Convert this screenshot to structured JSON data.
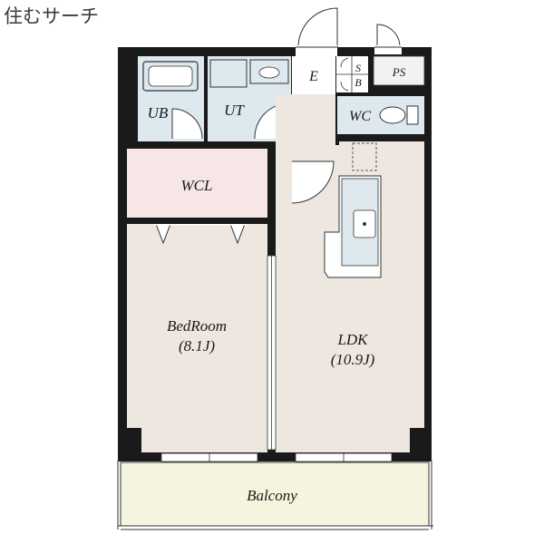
{
  "brand": "住むサーチ",
  "rooms": {
    "ub": "UB",
    "ut": "UT",
    "e": "E",
    "sb_s": "S",
    "sb_b": "B",
    "ps": "PS",
    "wc": "WC",
    "wcl": "WCL",
    "bedroom_name": "BedRoom",
    "bedroom_size": "(8.1J)",
    "ldk_name": "LDK",
    "ldk_size": "(10.9J)",
    "balcony": "Balcony"
  },
  "colors": {
    "wall": "#1a1a1a",
    "room_floor": "#eee7df",
    "wet_area": "#dde9ee",
    "closet": "#f6e6e6",
    "balcony": "#f4f4df",
    "entry": "#ffffff"
  }
}
